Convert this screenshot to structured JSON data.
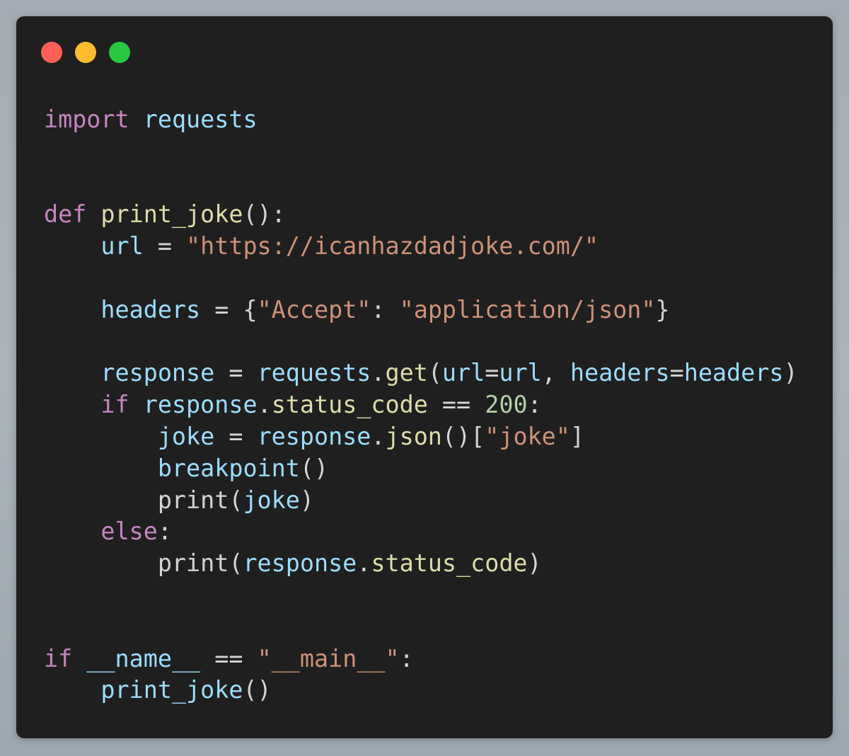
{
  "window": {
    "traffic_lights": [
      {
        "name": "close",
        "color": "#ff5f57"
      },
      {
        "name": "minimize",
        "color": "#febc2e"
      },
      {
        "name": "zoom",
        "color": "#28c840"
      }
    ]
  },
  "colors": {
    "background": "#1f1f1f",
    "keyword": "#c586c0",
    "variable": "#9cdcfe",
    "function": "#dcdcaa",
    "string": "#ce9178",
    "number": "#b5cea8",
    "plain": "#d4d4d4"
  },
  "code": {
    "language": "python",
    "lines": [
      [
        {
          "t": "kw",
          "v": "import"
        },
        {
          "t": "punc",
          "v": " "
        },
        {
          "t": "var",
          "v": "requests"
        }
      ],
      [],
      [],
      [
        {
          "t": "kw",
          "v": "def"
        },
        {
          "t": "punc",
          "v": " "
        },
        {
          "t": "fn",
          "v": "print_joke"
        },
        {
          "t": "punc",
          "v": "():"
        }
      ],
      [
        {
          "t": "punc",
          "v": "    "
        },
        {
          "t": "var",
          "v": "url"
        },
        {
          "t": "punc",
          "v": " = "
        },
        {
          "t": "str",
          "v": "\"https://icanhazdadjoke.com/\""
        }
      ],
      [],
      [
        {
          "t": "punc",
          "v": "    "
        },
        {
          "t": "var",
          "v": "headers"
        },
        {
          "t": "punc",
          "v": " = {"
        },
        {
          "t": "str",
          "v": "\"Accept\""
        },
        {
          "t": "punc",
          "v": ": "
        },
        {
          "t": "str",
          "v": "\"application/json\""
        },
        {
          "t": "punc",
          "v": "}"
        }
      ],
      [],
      [
        {
          "t": "punc",
          "v": "    "
        },
        {
          "t": "var",
          "v": "response"
        },
        {
          "t": "punc",
          "v": " = "
        },
        {
          "t": "var",
          "v": "requests"
        },
        {
          "t": "punc",
          "v": "."
        },
        {
          "t": "fn",
          "v": "get"
        },
        {
          "t": "punc",
          "v": "("
        },
        {
          "t": "var",
          "v": "url"
        },
        {
          "t": "punc",
          "v": "="
        },
        {
          "t": "var",
          "v": "url"
        },
        {
          "t": "punc",
          "v": ", "
        },
        {
          "t": "var",
          "v": "headers"
        },
        {
          "t": "punc",
          "v": "="
        },
        {
          "t": "var",
          "v": "headers"
        },
        {
          "t": "punc",
          "v": ")"
        }
      ],
      [
        {
          "t": "punc",
          "v": "    "
        },
        {
          "t": "kw",
          "v": "if"
        },
        {
          "t": "punc",
          "v": " "
        },
        {
          "t": "var",
          "v": "response"
        },
        {
          "t": "punc",
          "v": "."
        },
        {
          "t": "fn",
          "v": "status_code"
        },
        {
          "t": "punc",
          "v": " == "
        },
        {
          "t": "num",
          "v": "200"
        },
        {
          "t": "punc",
          "v": ":"
        }
      ],
      [
        {
          "t": "punc",
          "v": "        "
        },
        {
          "t": "var",
          "v": "joke"
        },
        {
          "t": "punc",
          "v": " = "
        },
        {
          "t": "var",
          "v": "response"
        },
        {
          "t": "punc",
          "v": "."
        },
        {
          "t": "fn",
          "v": "json"
        },
        {
          "t": "punc",
          "v": "()["
        },
        {
          "t": "str",
          "v": "\"joke\""
        },
        {
          "t": "punc",
          "v": "]"
        }
      ],
      [
        {
          "t": "punc",
          "v": "        "
        },
        {
          "t": "var",
          "v": "breakpoint"
        },
        {
          "t": "punc",
          "v": "()"
        }
      ],
      [
        {
          "t": "punc",
          "v": "        "
        },
        {
          "t": "builtin",
          "v": "print"
        },
        {
          "t": "punc",
          "v": "("
        },
        {
          "t": "var",
          "v": "joke"
        },
        {
          "t": "punc",
          "v": ")"
        }
      ],
      [
        {
          "t": "punc",
          "v": "    "
        },
        {
          "t": "kw",
          "v": "else"
        },
        {
          "t": "punc",
          "v": ":"
        }
      ],
      [
        {
          "t": "punc",
          "v": "        "
        },
        {
          "t": "builtin",
          "v": "print"
        },
        {
          "t": "punc",
          "v": "("
        },
        {
          "t": "var",
          "v": "response"
        },
        {
          "t": "punc",
          "v": "."
        },
        {
          "t": "fn",
          "v": "status_code"
        },
        {
          "t": "punc",
          "v": ")"
        }
      ],
      [],
      [],
      [
        {
          "t": "kw",
          "v": "if"
        },
        {
          "t": "punc",
          "v": " "
        },
        {
          "t": "var",
          "v": "__name__"
        },
        {
          "t": "punc",
          "v": " == "
        },
        {
          "t": "str",
          "v": "\"__main__\""
        },
        {
          "t": "punc",
          "v": ":"
        }
      ],
      [
        {
          "t": "punc",
          "v": "    "
        },
        {
          "t": "var",
          "v": "print_joke"
        },
        {
          "t": "punc",
          "v": "()"
        }
      ]
    ]
  }
}
